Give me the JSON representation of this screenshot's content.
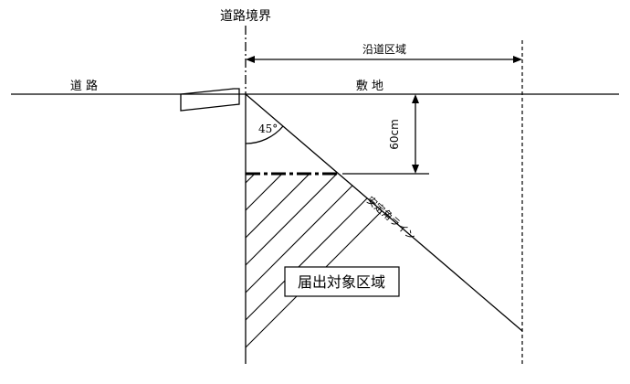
{
  "labels": {
    "road_boundary": "道路境界",
    "roadside_area": "沿道区域",
    "road": "道 路",
    "site": "敷 地",
    "depth": "60cm",
    "angle": "45°",
    "stable_angle_line": "安定角ライン",
    "target_area": "届出対象区域"
  }
}
